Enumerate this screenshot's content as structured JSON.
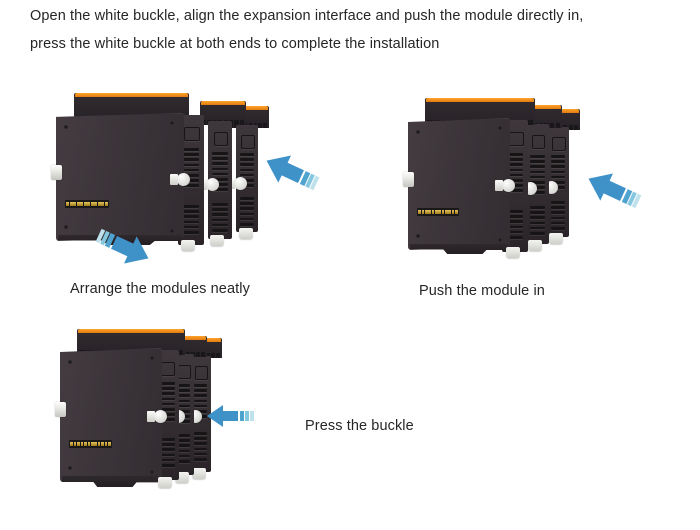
{
  "instruction": {
    "line1": "Open the white buckle, align the expansion interface and push the module directly in,",
    "line2": "press the white buckle at both ends to complete the installation"
  },
  "colors": {
    "background": "#ffffff",
    "text": "#262626",
    "module_body": "#3a3338",
    "module_body_dark": "#2a2428",
    "terminal_orange": "#f08a1c",
    "pin_gold": "#d9b44a",
    "buckle_white": "#f2f2ef",
    "arrow_blue": "#3f92c8",
    "arrow_trail_1": "#4fa3cf",
    "arrow_trail_2": "#74c0da",
    "arrow_trail_3": "#b5dce8"
  },
  "steps": [
    {
      "id": "step-1",
      "caption": "Arrange the modules neatly",
      "arrow": {
        "name": "arrow-up-right-icon",
        "direction": "up-right",
        "label": "insert direction"
      },
      "arrow2": {
        "name": "arrow-down-left-icon",
        "direction": "down-left",
        "label": "push direction"
      },
      "module_count": 3,
      "state": "separated"
    },
    {
      "id": "step-2",
      "caption": "Push the module in",
      "arrow": {
        "name": "arrow-down-left-icon",
        "direction": "down-left",
        "label": "push direction"
      },
      "module_count": 3,
      "state": "partially-joined"
    },
    {
      "id": "step-3",
      "caption": "Press the buckle",
      "arrow": {
        "name": "arrow-left-icon",
        "direction": "left",
        "label": "press direction"
      },
      "module_count": 3,
      "state": "joined"
    }
  ],
  "module_parts": {
    "terminal_block": "orange-terminal-block",
    "pin_header": "gold-pin-header",
    "buckle": "white-buckle",
    "foot": "white-foot",
    "vent": "side-vent-grille",
    "screw": "screw-dot"
  }
}
